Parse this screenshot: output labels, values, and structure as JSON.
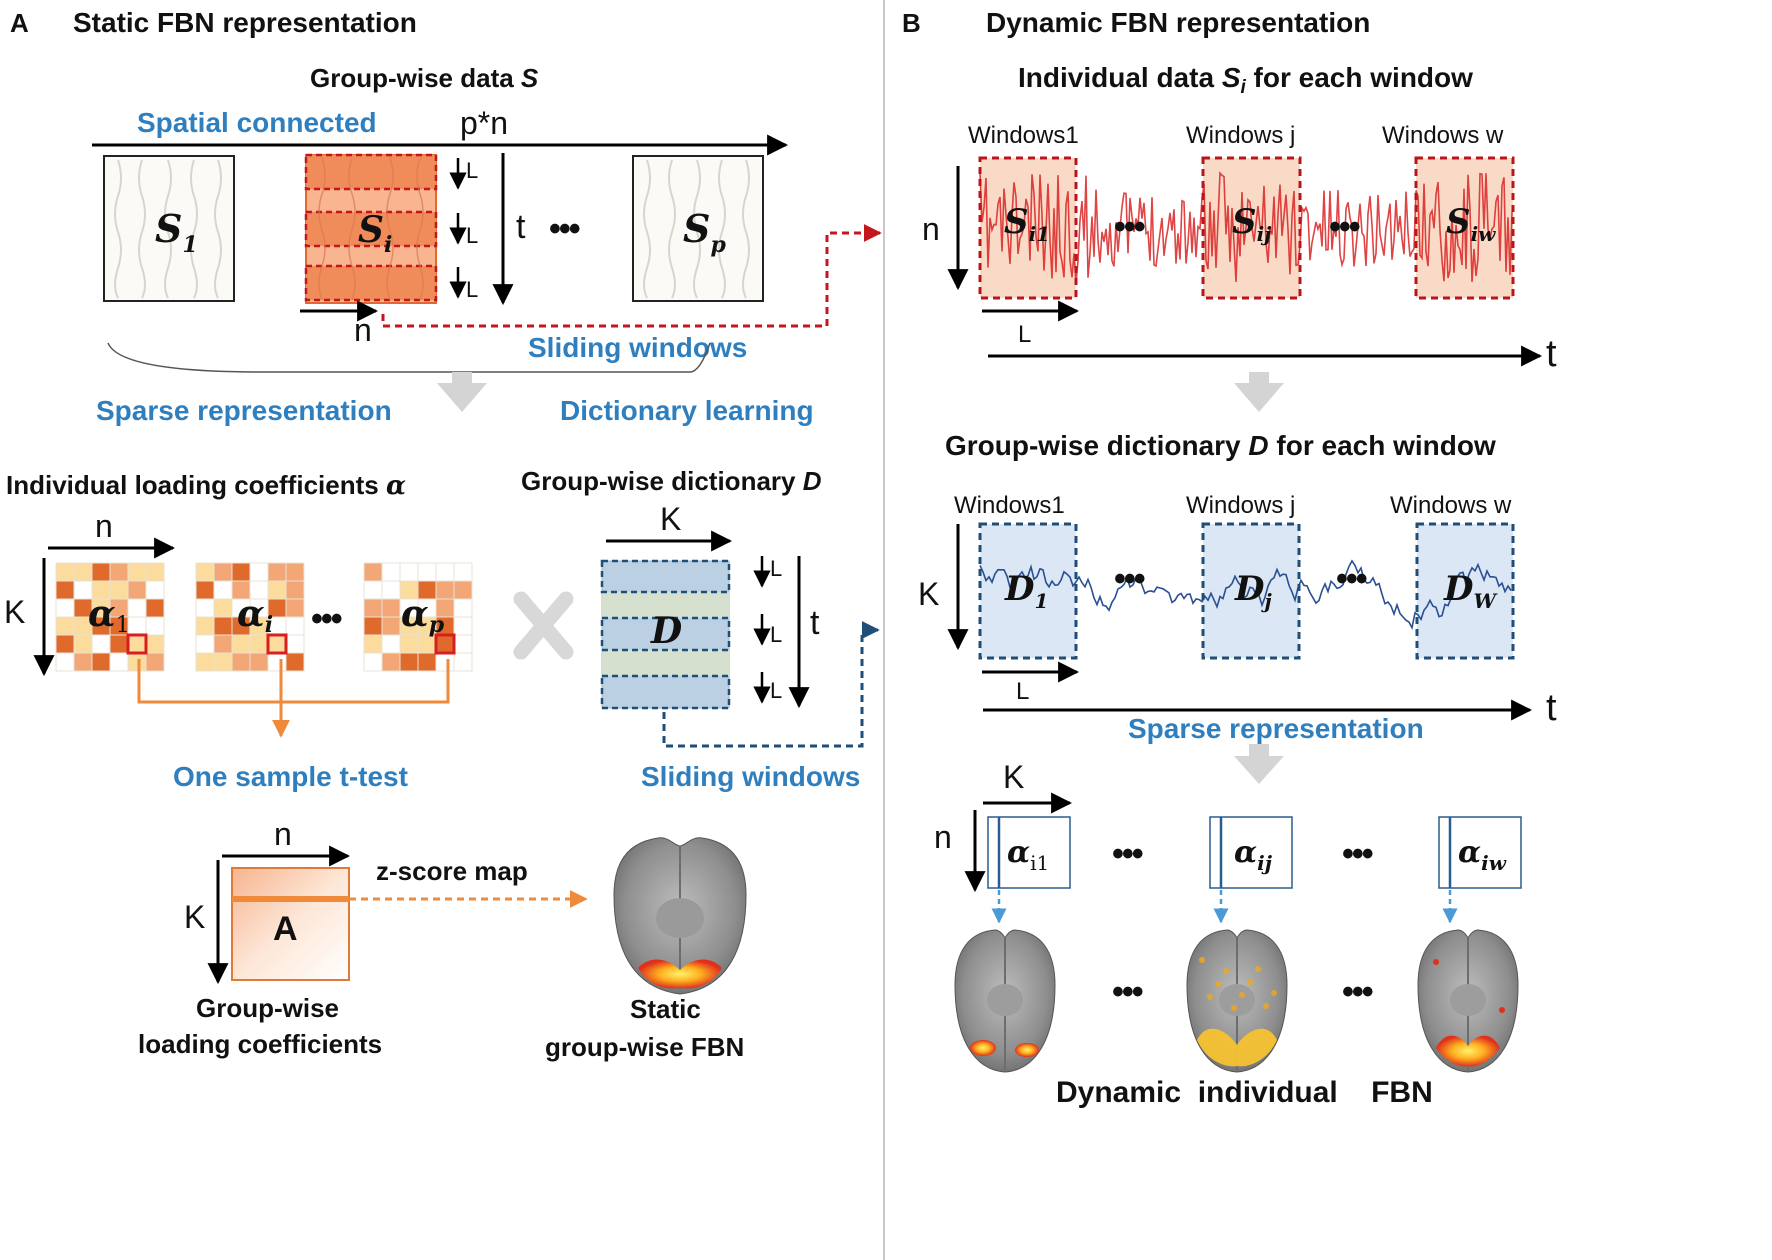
{
  "panel_a": {
    "letter": "A",
    "title": "Static FBN  representation",
    "group_data_title": "Group-wise data ",
    "group_data_symbol": "S",
    "spatial_connected": "Spatial connected",
    "pn_label": "p*n",
    "s1": {
      "base": "S",
      "sub": "1"
    },
    "si": {
      "base": "S",
      "sub": "i"
    },
    "sp": {
      "base": "S",
      "sub": "p"
    },
    "l_label": "L",
    "t_label": "t",
    "dots": "•••",
    "n_label": "n",
    "sliding_windows_1": "Sliding windows",
    "sparse_representation": "Sparse  representation",
    "dictionary_learning": "Dictionary learning",
    "individual_loading": "Individual loading coefficients ",
    "alpha_symbol": "α",
    "group_dictionary": "Group-wise dictionary ",
    "dictionary_symbol": "D",
    "k_label": "K",
    "alpha_1": {
      "base": "α",
      "sub": "1"
    },
    "alpha_i": {
      "base": "α",
      "sub": "i"
    },
    "alpha_p": {
      "base": "α",
      "sub": "p"
    },
    "d_label": "D",
    "one_sample_ttest": "One sample t-test",
    "sliding_windows_2": "Sliding windows",
    "z_score_map": "z-score map",
    "a_label": "A",
    "group_loading_line1": "Group-wise",
    "group_loading_line2": "loading coefficients",
    "static_fbn_line1": "Static",
    "static_fbn_line2": "group-wise  FBN"
  },
  "panel_b": {
    "letter": "B",
    "title": "Dynamic FBN  representation",
    "individual_data_pre": "Individual data ",
    "individual_data_sym": "S",
    "individual_data_sub": "i",
    "individual_data_post": " for each window",
    "windows_1": "Windows1",
    "windows_j": "Windows  j",
    "windows_w": "Windows  w",
    "s_i1": {
      "base": "S",
      "sub": "i1"
    },
    "s_ij": {
      "base": "S",
      "sub": "ij"
    },
    "s_iw": {
      "base": "S",
      "sub": "iw"
    },
    "n_label": "n",
    "l_label": "L",
    "t_label": "t",
    "k_label": "K",
    "dots": "•••",
    "group_dict_pre": "Group-wise dictionary ",
    "group_dict_sym": "D",
    "group_dict_post": " for each window",
    "d_1": {
      "base": "D",
      "sub": "1"
    },
    "d_j": {
      "base": "D",
      "sub": "j"
    },
    "d_w": {
      "base": "D",
      "sub": "W"
    },
    "sparse_representation": "Sparse  representation",
    "alpha_i1": {
      "base": "α",
      "sub": "i1"
    },
    "alpha_ij": {
      "base": "α",
      "sub": "ij"
    },
    "alpha_iw": {
      "base": "α",
      "sub": "iw"
    },
    "dynamic_fbn": "Dynamic  individual    FBN"
  },
  "colors": {
    "blue_label": "#2f7fbf",
    "orange_line": "#ee8a3a",
    "red_dashed": "#c4161c",
    "navy_dashed": "#1f4e79",
    "grid_dark": "#e06a2c",
    "grid_mid": "#f3a777",
    "grid_light": "#fbdc9c"
  }
}
